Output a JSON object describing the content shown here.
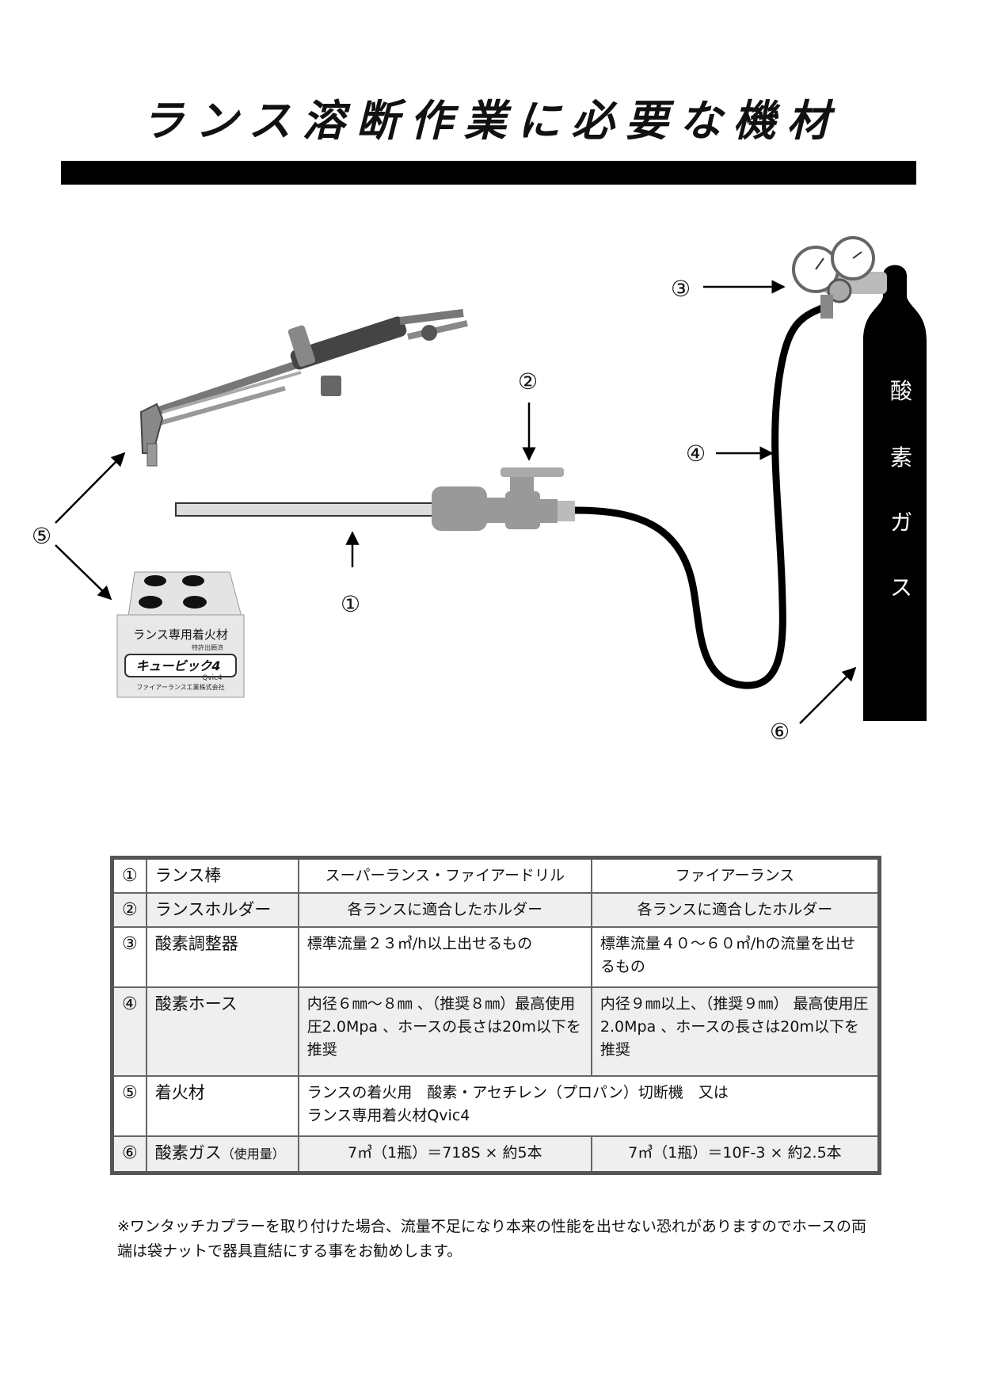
{
  "title": "ランス溶断作業に必要な機材",
  "diagram": {
    "markers": [
      "①",
      "②",
      "③",
      "④",
      "⑤",
      "⑥"
    ],
    "cylinder_label": [
      "酸",
      "素",
      "ガ",
      "ス"
    ],
    "igniter_box": {
      "line1": "ランス専用着火材",
      "line2": "特許出願済",
      "brand": "キュービック4",
      "model": "Qvic4",
      "maker": "ファイアーランス工業株式会社"
    }
  },
  "table": {
    "rows": [
      {
        "num": "①",
        "name": "ランス棒",
        "col1": "スーパーランス・ファイアードリル",
        "col2": "ファイアーランス"
      },
      {
        "num": "②",
        "name": "ランスホルダー",
        "col1": "各ランスに適合したホルダー",
        "col2": "各ランスに適合したホルダー"
      },
      {
        "num": "③",
        "name": "酸素調整器",
        "col1": "標準流量２３㎥/h以上出せるもの",
        "col2": "標準流量４０〜６０㎥/hの流量を出せるもの"
      },
      {
        "num": "④",
        "name": "酸素ホース",
        "col1": "内径６㎜〜８㎜ 、（推奨８㎜）最高使用圧2.0Mpa 、ホースの長さは20m以下を推奨",
        "col2": "内径９㎜以上、（推奨９㎜） 最高使用圧2.0Mpa 、ホースの長さは20m以下を推奨"
      },
      {
        "num": "⑤",
        "name": "着火材",
        "merged_line1": "ランスの着火用　酸素・アセチレン（プロパン）切断機　又は",
        "merged_line2": "ランス専用着火材Qvic4"
      },
      {
        "num": "⑥",
        "name": "酸素ガス",
        "name_suffix": "（使用量）",
        "col1": "7㎥（1瓶）＝718S × 約5本",
        "col2": "7㎥（1瓶）＝10F-3 × 約2.5本"
      }
    ]
  },
  "note": "※ワンタッチカプラーを取り付けた場合、流量不足になり本来の性能を出せない恐れがありますのでホースの両端は袋ナットで器具直結にする事をお勧めします。"
}
